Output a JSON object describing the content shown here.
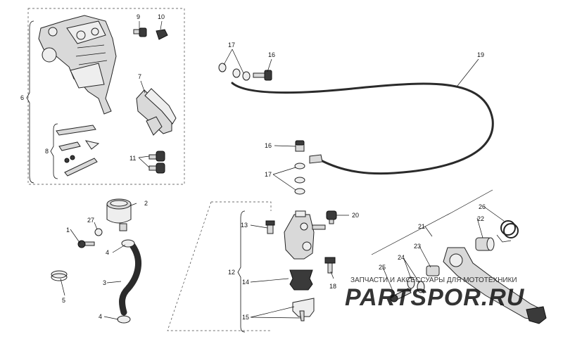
{
  "callouts": {
    "c1": "1",
    "c2": "2",
    "c3": "3",
    "c4a": "4",
    "c4b": "4",
    "c5": "5",
    "c6": "6",
    "c7": "7",
    "c8": "8",
    "c9": "9",
    "c10": "10",
    "c11": "11",
    "c12": "12",
    "c13": "13",
    "c14": "14",
    "c15": "15",
    "c16a": "16",
    "c16b": "16",
    "c17a": "17",
    "c17b": "17",
    "c18": "18",
    "c19": "19",
    "c20": "20",
    "c21": "21",
    "c22": "22",
    "c23": "23",
    "c24": "24",
    "c25": "25",
    "c26": "26",
    "c27": "27"
  },
  "watermark": {
    "caption": "ЗАПЧАСТИ И АКСЕССУАРЫ ДЛЯ МОТОТЕХНИКИ",
    "logo": "PARTSPOR.RU",
    "color": "#e0131b"
  }
}
